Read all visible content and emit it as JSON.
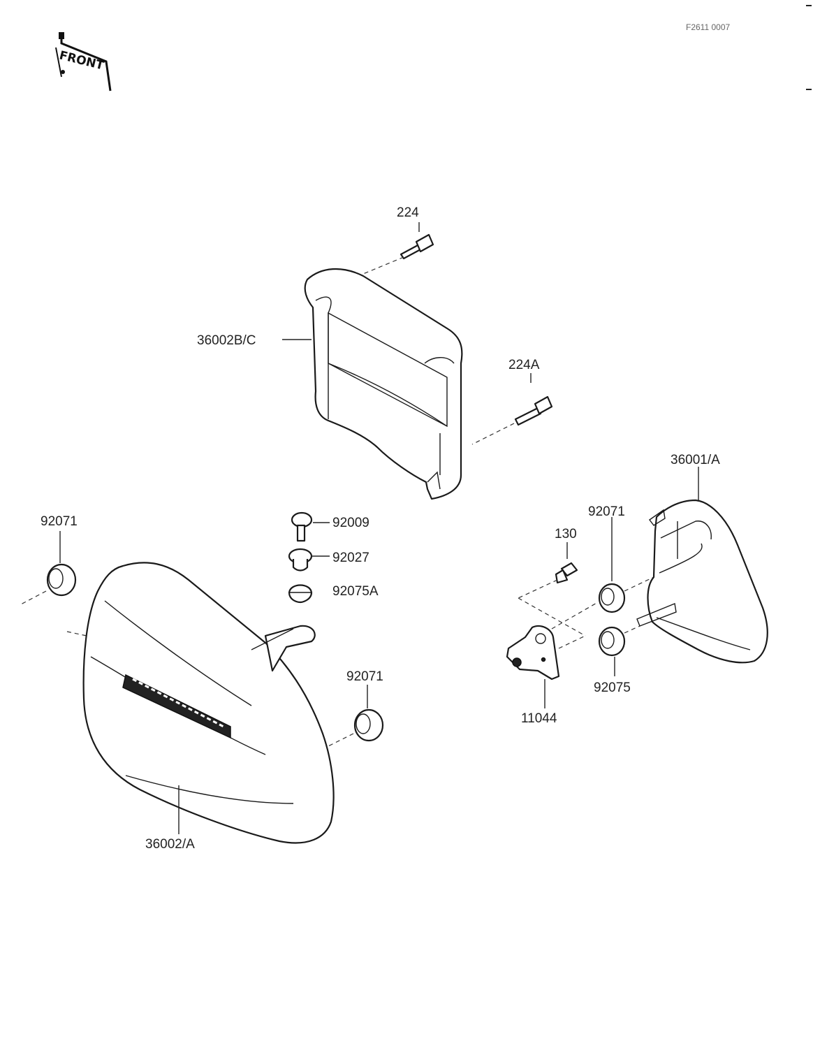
{
  "header": {
    "diagram_code": "F2611 0007",
    "front_label": "FRONT"
  },
  "labels": {
    "p224": "224",
    "p224a": "224A",
    "p36002b": "36002B/C",
    "p36001": "36001/A",
    "p92071_tl": "92071",
    "p92009": "92009",
    "p92027": "92027",
    "p92075a": "92075A",
    "p130": "130",
    "p92071_r": "92071",
    "p92071_c": "92071",
    "p92075": "92075",
    "p11044": "11044",
    "p36002a": "36002/A"
  }
}
